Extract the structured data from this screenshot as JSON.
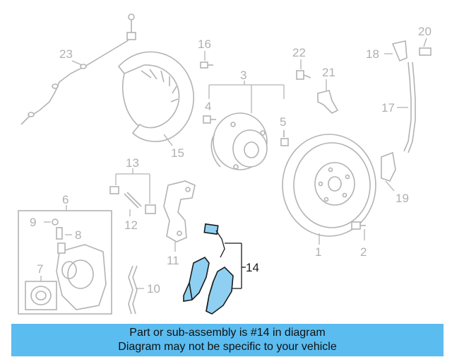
{
  "labels": {
    "p1": "1",
    "p2": "2",
    "p3": "3",
    "p4": "4",
    "p5": "5",
    "p6": "6",
    "p7": "7",
    "p8": "8",
    "p9": "9",
    "p10": "10",
    "p11": "11",
    "p12": "12",
    "p13": "13",
    "p14": "14",
    "p15": "15",
    "p16": "16",
    "p17": "17",
    "p18": "18",
    "p19": "19",
    "p20": "20",
    "p21": "21",
    "p22": "22",
    "p23": "23"
  },
  "caption": {
    "line1": "Part or sub-assembly is #14 in diagram",
    "line2": "Diagram may not be specific to your vehicle"
  },
  "colors": {
    "highlight_fill": "#8fd0f2",
    "caption_background": "#5bbcf0",
    "part_lines": "#b3b3b3"
  }
}
